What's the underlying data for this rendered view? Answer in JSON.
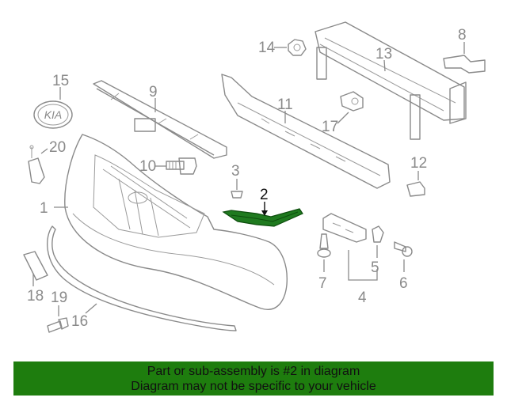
{
  "diagram": {
    "highlighted_part": "2",
    "highlight_color": "#1e7d0e",
    "labels": {
      "p1": "1",
      "p2": "2",
      "p3": "3",
      "p4": "4",
      "p5": "5",
      "p6": "6",
      "p7": "7",
      "p8": "8",
      "p9": "9",
      "p10": "10",
      "p11": "11",
      "p12": "12",
      "p13": "13",
      "p14": "14",
      "p15": "15",
      "p16": "16",
      "p17": "17",
      "p18": "18",
      "p19": "19",
      "p20": "20"
    },
    "emblem_text": "KIA"
  },
  "banner": {
    "line1": "Part or sub-assembly is #2 in diagram",
    "line2": "Diagram may not be specific to your vehicle",
    "background": "#1e7d0e"
  }
}
